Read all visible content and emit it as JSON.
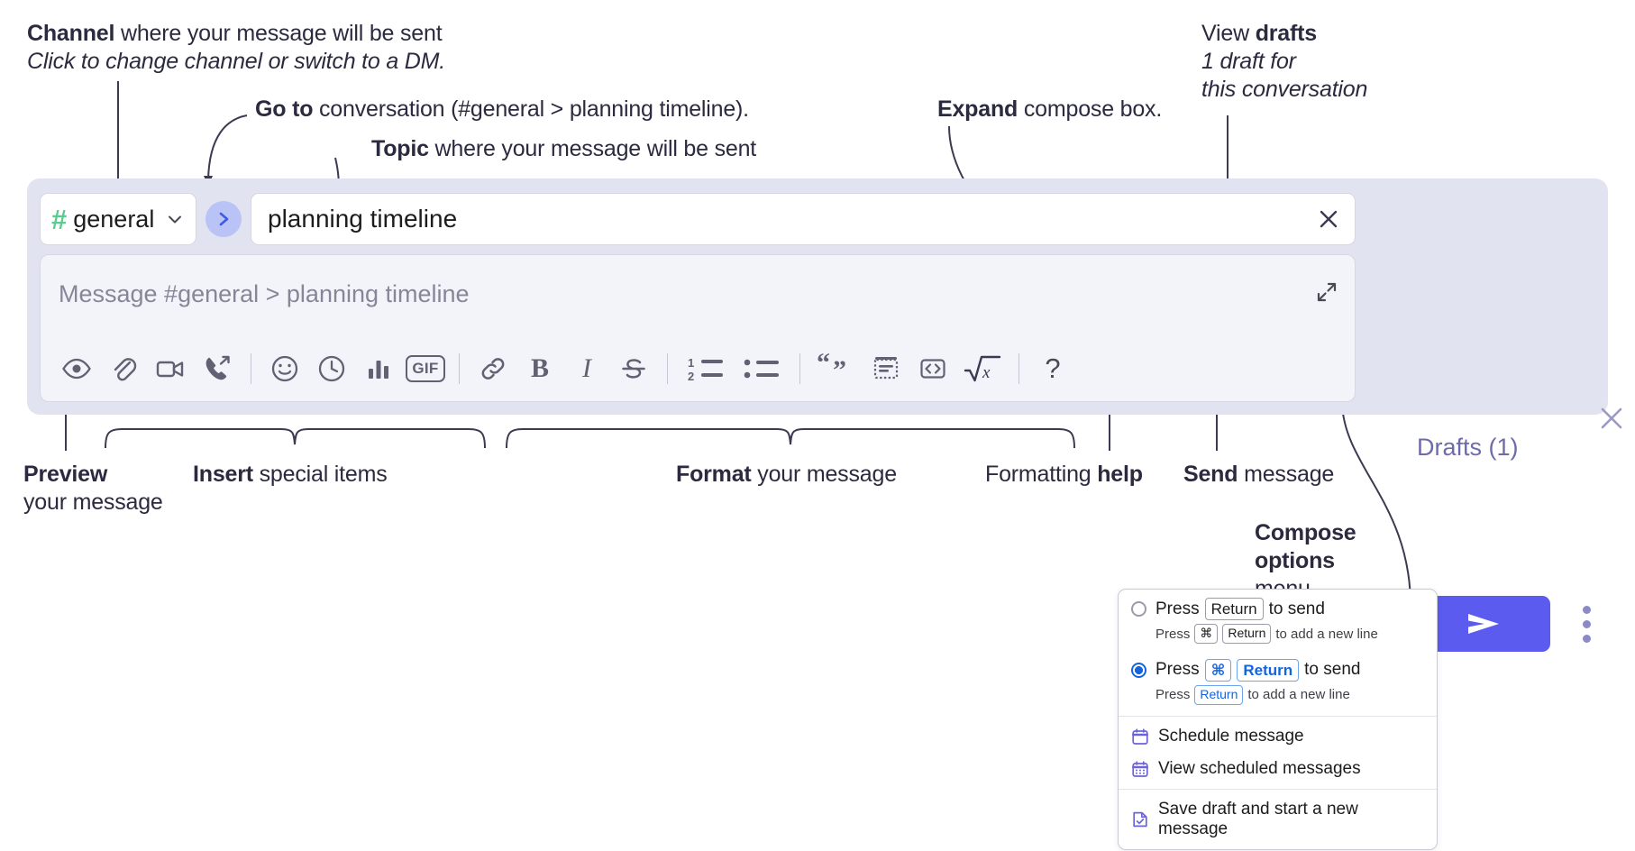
{
  "annotations": {
    "channel": {
      "lead": "Channel",
      "rest": " where your message will be sent",
      "sub": "Click to change channel or switch to a DM."
    },
    "goto": {
      "lead": "Go to",
      "rest": " conversation (#general > planning timeline)."
    },
    "topic": {
      "lead": "Topic",
      "rest": " where your message will be sent"
    },
    "expand": {
      "lead": "Expand",
      "rest": " compose box."
    },
    "drafts": {
      "pre": "View ",
      "lead": "drafts",
      "sub1": "1 draft for",
      "sub2": "this conversation"
    },
    "preview": {
      "lead": "Preview",
      "sub": "your message"
    },
    "insert": {
      "lead": "Insert",
      "rest": " special items"
    },
    "format": {
      "lead": "Format",
      "rest": " your message"
    },
    "help": {
      "pre": "Formatting ",
      "lead": "help"
    },
    "send": {
      "lead": "Send",
      "rest": " message"
    },
    "compose_options": {
      "l1": "Compose",
      "l2": "options",
      "l3": "menu"
    }
  },
  "compose": {
    "channel": {
      "hash": "#",
      "name": "general",
      "chevron_icon": "chevron-down-icon"
    },
    "goto_icon": "chevron-right-icon",
    "topic": {
      "value": "planning timeline",
      "clear_icon": "close-icon"
    },
    "message_input": {
      "placeholder": "Message #general > planning timeline",
      "value": ""
    },
    "expand_icon": "expand-diagonal-icon",
    "toolbar": [
      {
        "name": "preview-icon",
        "label": "Preview"
      },
      {
        "name": "attachment-icon",
        "label": "Attach file"
      },
      {
        "name": "video-camera-icon",
        "label": "Record video clip"
      },
      {
        "name": "phone-forward-icon",
        "label": "Record audio clip"
      },
      {
        "name": "divider",
        "label": ""
      },
      {
        "name": "emoji-icon",
        "label": "Emoji"
      },
      {
        "name": "clock-icon",
        "label": "Reminder"
      },
      {
        "name": "poll-bar-chart-icon",
        "label": "Poll"
      },
      {
        "name": "gif-icon",
        "label": "GIF"
      },
      {
        "name": "divider",
        "label": ""
      },
      {
        "name": "link-icon",
        "label": "Link"
      },
      {
        "name": "bold-icon",
        "label": "Bold"
      },
      {
        "name": "italic-icon",
        "label": "Italic"
      },
      {
        "name": "strikethrough-icon",
        "label": "Strikethrough"
      },
      {
        "name": "divider",
        "label": ""
      },
      {
        "name": "ordered-list-icon",
        "label": "Ordered list"
      },
      {
        "name": "bulleted-list-icon",
        "label": "Bulleted list"
      },
      {
        "name": "divider",
        "label": ""
      },
      {
        "name": "blockquote-icon",
        "label": "Blockquote"
      },
      {
        "name": "code-block-icon",
        "label": "Code block"
      },
      {
        "name": "code-icon",
        "label": "Code"
      },
      {
        "name": "math-sqrt-icon",
        "label": "Math"
      },
      {
        "name": "divider",
        "label": ""
      },
      {
        "name": "help-question-icon",
        "label": "?"
      }
    ],
    "gif_label": "GIF",
    "bold_label": "B",
    "italic_label": "I",
    "help_label": "?"
  },
  "rail": {
    "drafts_label": "Drafts (1)",
    "close_icon": "close-icon",
    "send_icon": "send-paper-plane-icon",
    "kebab_icon": "more-vertical-icon"
  },
  "menu": {
    "options": [
      {
        "selected": false,
        "main_pre": "Press",
        "main_keys": [
          "Return"
        ],
        "main_post": "to send",
        "sub_pre": "Press",
        "sub_keys": [
          "⌘",
          "Return"
        ],
        "sub_post": "to add a new line"
      },
      {
        "selected": true,
        "main_pre": "Press",
        "main_keys": [
          "⌘",
          "Return"
        ],
        "main_post": "to send",
        "sub_pre": "Press",
        "sub_keys": [
          "Return"
        ],
        "sub_post": "to add a new line"
      }
    ],
    "items": [
      {
        "icon": "calendar-clock-icon",
        "label": "Schedule message",
        "divider_after": false
      },
      {
        "icon": "calendar-grid-icon",
        "label": "View scheduled messages",
        "divider_after": true
      },
      {
        "icon": "file-check-icon",
        "label": "Save draft and start a new message",
        "divider_after": false
      }
    ]
  },
  "colors": {
    "accent_send": "#5b5bf0",
    "channel_hash_green": "#5ccb8f",
    "goto_bubble": "#b9c3f5",
    "panel_bg": "#e2e3f1",
    "drafts_text": "#6d6ba8",
    "radio_blue": "#1264e0",
    "menu_icon_purple": "#6b63d6"
  }
}
